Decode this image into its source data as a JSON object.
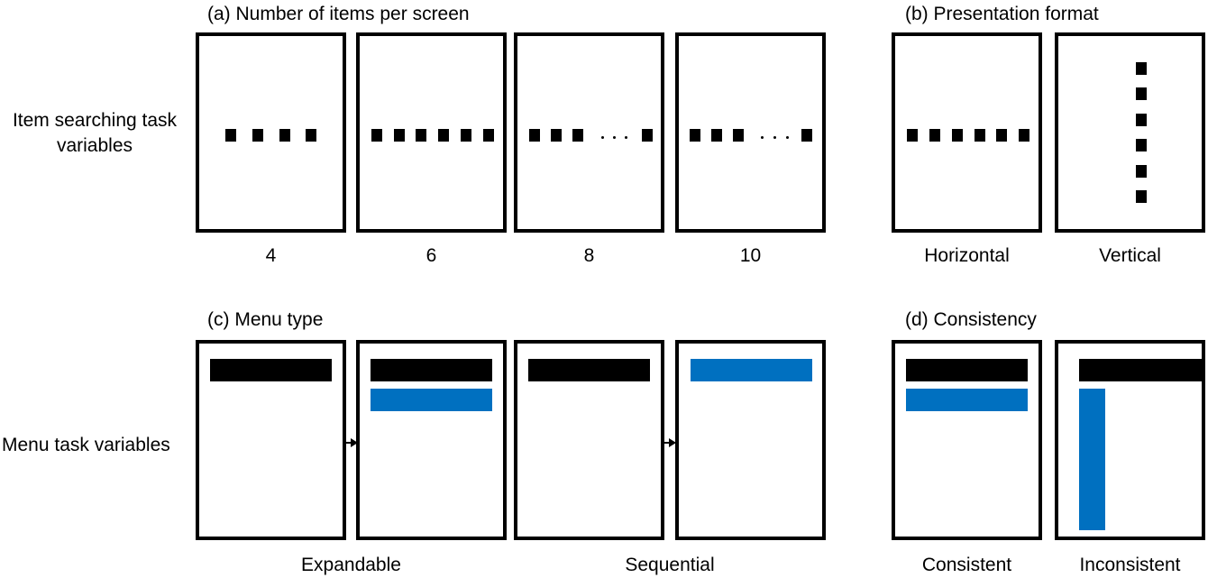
{
  "colors": {
    "menu_bar": "#000000",
    "submenu_bar": "#0070C0",
    "frame": "#000000"
  },
  "row_labels": {
    "item_searching": [
      "Item searching task",
      "variables"
    ],
    "menu": "Menu task variables"
  },
  "panels": {
    "a": {
      "title": "(a) Number of items per screen",
      "labels": [
        "4",
        "6",
        "8",
        "10"
      ]
    },
    "b": {
      "title": "(b) Presentation format",
      "labels": [
        "Horizontal",
        "Vertical"
      ]
    },
    "c": {
      "title": "(c) Menu type",
      "labels": [
        "Expandable",
        "Sequential"
      ]
    },
    "d": {
      "title": "(d) Consistency",
      "labels": [
        "Consistent",
        "Inconsistent"
      ]
    }
  }
}
